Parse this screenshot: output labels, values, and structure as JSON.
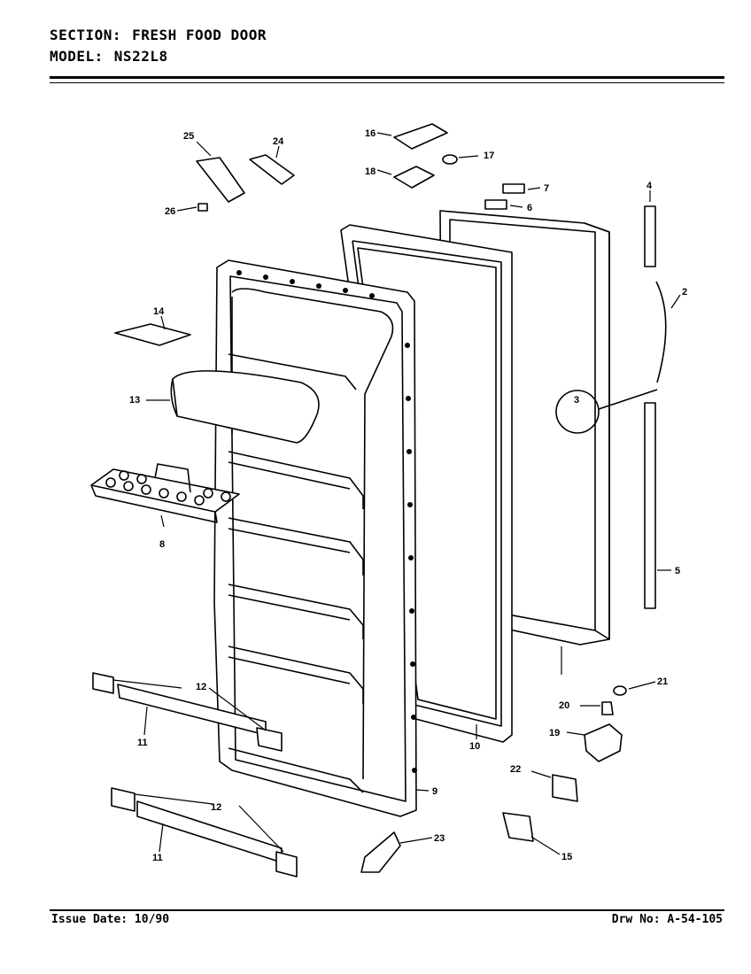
{
  "header": {
    "section_label": "SECTION:",
    "section_value": "FRESH FOOD DOOR",
    "model_label": "MODEL:",
    "model_value": "NS22L8"
  },
  "callouts": {
    "c2": "2",
    "c3": "3",
    "c4": "4",
    "c5": "5",
    "c6": "6",
    "c7": "7",
    "c8": "8",
    "c9": "9",
    "c10": "10",
    "c11a": "11",
    "c11b": "11",
    "c12a": "12",
    "c12b": "12",
    "c13": "13",
    "c14": "14",
    "c15": "15",
    "c16": "16",
    "c17": "17",
    "c18": "18",
    "c19": "19",
    "c20": "20",
    "c21": "21",
    "c22": "22",
    "c23": "23",
    "c24": "24",
    "c25": "25",
    "c26": "26"
  },
  "footer": {
    "issue_date": "Issue Date: 10/90",
    "drawing_no": "Drw No: A-54-105"
  }
}
